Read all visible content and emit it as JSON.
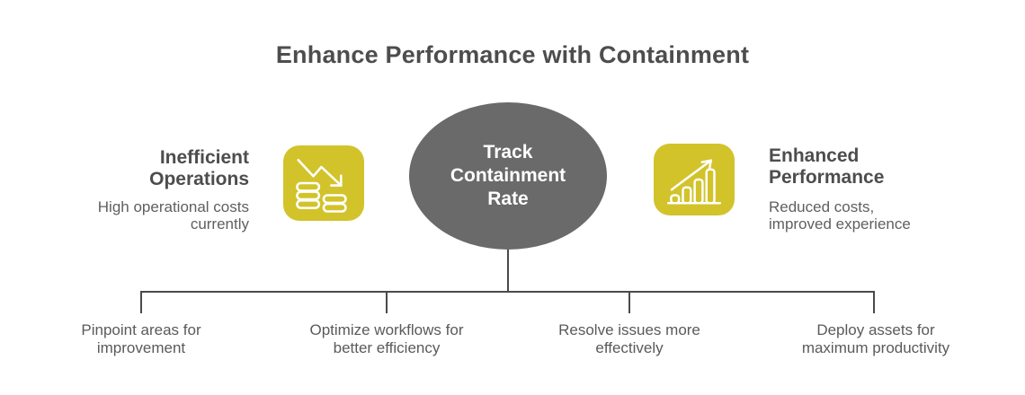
{
  "title": "Enhance Performance with Containment",
  "center_node": {
    "label": "Track\nContainment\nRate"
  },
  "left_item": {
    "heading": "Inefficient\nOperations",
    "description": "High operational costs\ncurrently",
    "icon": "declining-costs-icon"
  },
  "right_item": {
    "heading": "Enhanced\nPerformance",
    "description": "Reduced costs,\nimproved experience",
    "icon": "growth-chart-icon"
  },
  "bottom_items": [
    {
      "label": "Pinpoint areas for\nimprovement"
    },
    {
      "label": "Optimize workflows for\nbetter efficiency"
    },
    {
      "label": "Resolve issues more\neffectively"
    },
    {
      "label": "Deploy assets for\nmaximum productivity"
    }
  ],
  "colors": {
    "accent_yellow": "#d2c32b",
    "node_gray": "#6a6a6a",
    "heading_text": "#4d4d4d",
    "body_text": "#5f5f5f",
    "connector": "#4a4a4a",
    "icon_stroke": "#ffffff"
  }
}
